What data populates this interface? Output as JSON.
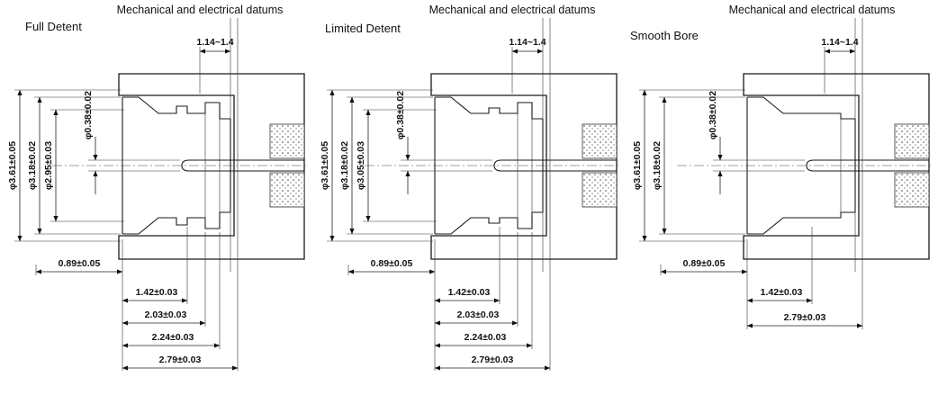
{
  "figure": {
    "background": "#ffffff",
    "line_color": "#111111",
    "description_labels": {
      "datum": "Mechanical and electrical datums"
    }
  },
  "panels": [
    {
      "title": "Full Detent",
      "datum_label": "Mechanical and electrical datums",
      "top_dim": "1.14~1.4",
      "dia": [
        "φ3.61±0.05",
        "φ3.18±0.02",
        "φ2.95±0.03",
        "φ0.38±0.02"
      ],
      "h": [
        "0.89±0.05",
        "1.42±0.03",
        "2.03±0.03",
        "2.24±0.03",
        "2.79±0.03"
      ]
    },
    {
      "title": "Limited Detent",
      "datum_label": "Mechanical and electrical datums",
      "top_dim": "1.14~1.4",
      "dia": [
        "φ3.61±0.05",
        "φ3.18±0.02",
        "φ3.05±0.03",
        "φ0.38±0.02"
      ],
      "h": [
        "0.89±0.05",
        "1.42±0.03",
        "2.03±0.03",
        "2.24±0.03",
        "2.79±0.03"
      ]
    },
    {
      "title": "Smooth Bore",
      "datum_label": "Mechanical and electrical datums",
      "top_dim": "1.14~1.4",
      "dia": [
        "φ3.61±0.05",
        "φ3.18±0.02",
        "φ0.38±0.02"
      ],
      "h": [
        "0.89±0.05",
        "1.42±0.03",
        "2.79±0.03"
      ]
    }
  ]
}
